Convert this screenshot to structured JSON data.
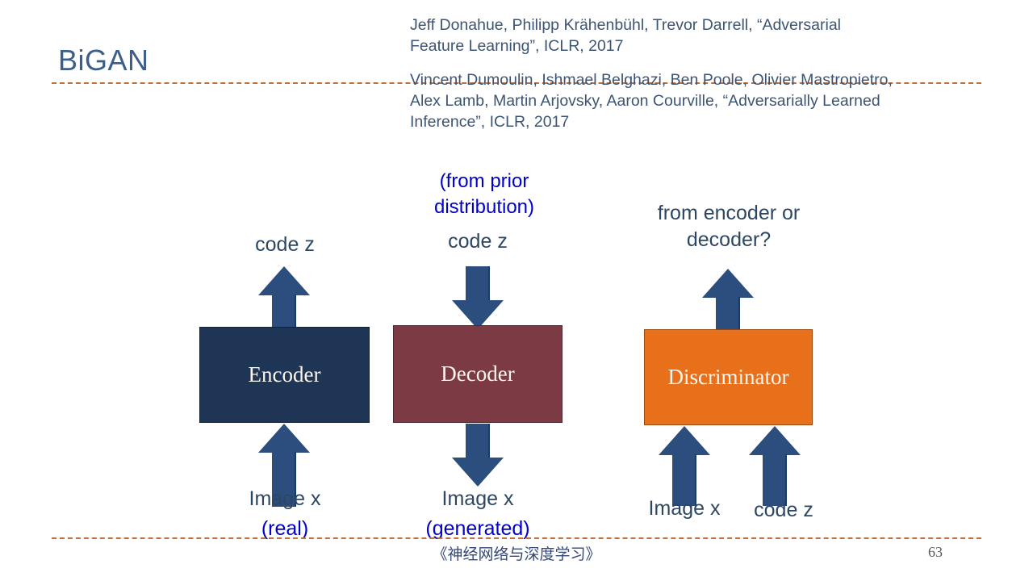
{
  "slide": {
    "title": "BiGAN",
    "accent_title_color": "#3b5f8a",
    "rule_color": "#c0703a",
    "background": "#ffffff"
  },
  "citations": [
    "Jeff Donahue, Philipp Krähenbühl, Trevor Darrell, “Adversarial Feature Learning”, ICLR, 2017",
    "Vincent Dumoulin, Ishmael Belghazi, Ben Poole, Olivier Mastropietro, Alex Lamb, Martin Arjovsky, Aaron Courville, “Adversarially Learned Inference”, ICLR, 2017"
  ],
  "diagram": {
    "encoder": {
      "box_label": "Encoder",
      "box_color": "#1f3556",
      "output_label": "code z",
      "input_label": "Image x",
      "input_note": "(real)",
      "note_color": "#0000cc"
    },
    "decoder": {
      "box_label": "Decoder",
      "box_color": "#7c3a44",
      "input_note": "(from prior\ndistribution)",
      "input_label": "code z",
      "output_label": "Image x",
      "output_note": "(generated)",
      "note_color": "#0000cc"
    },
    "discriminator": {
      "box_label": "Discriminator",
      "box_color": "#e8701a",
      "output_label": "from encoder or\ndecoder?",
      "input_label_left": "Image x",
      "input_label_right": "code z"
    },
    "arrow_color": "#2b4e7e"
  },
  "footer": {
    "book_title": "《神经网络与深度学习》",
    "page_number": "63"
  }
}
